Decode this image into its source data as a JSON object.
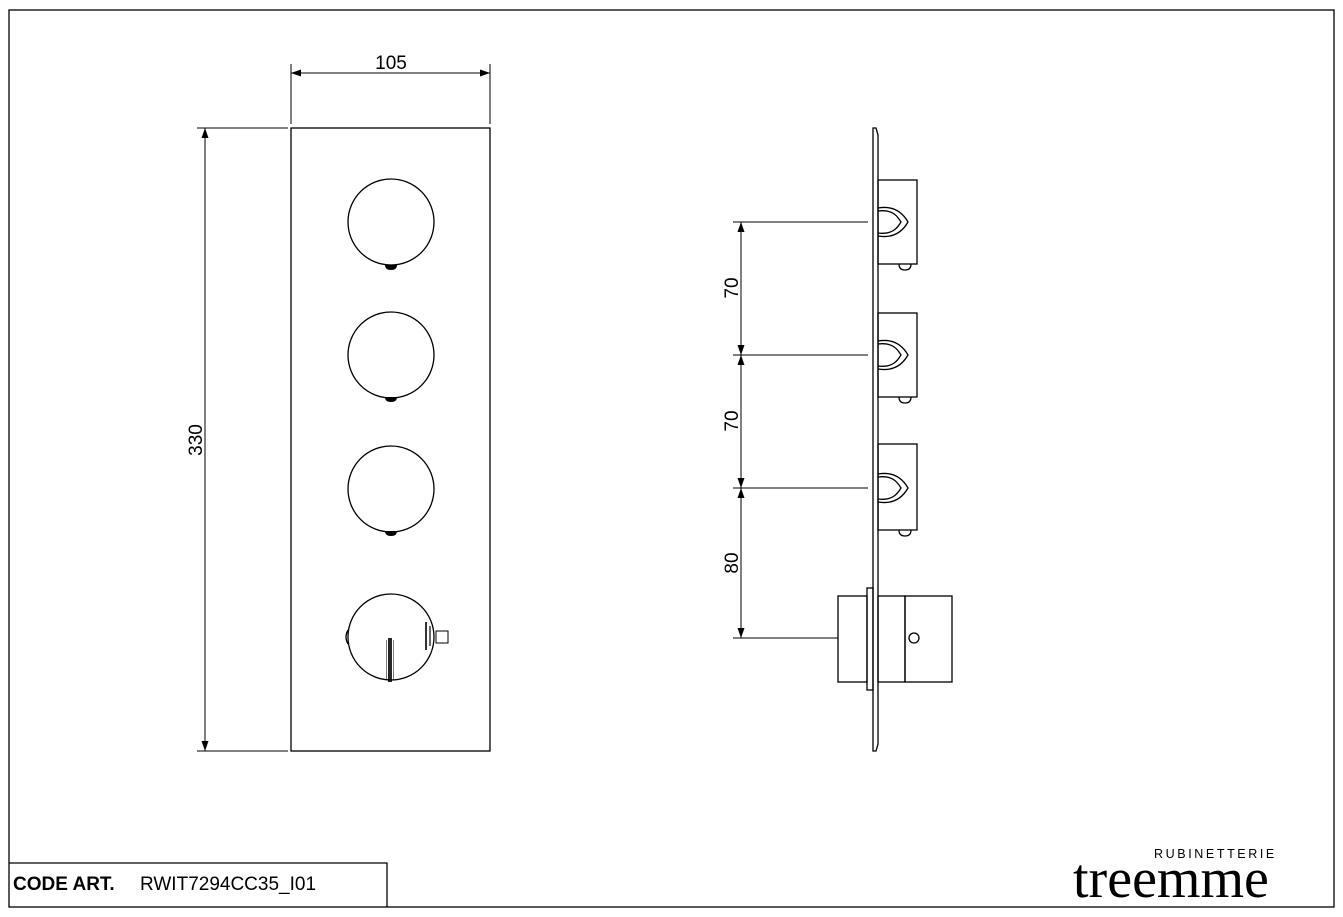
{
  "dimensions": {
    "width": "105",
    "height": "330",
    "spacing_1": "70",
    "spacing_2": "70",
    "spacing_3": "80"
  },
  "title_block": {
    "code_label": "CODE ART.",
    "code_value": "RWIT7294CC35_I01"
  },
  "brand": {
    "subtitle": "RUBINETTERIE",
    "name": "treemme"
  }
}
